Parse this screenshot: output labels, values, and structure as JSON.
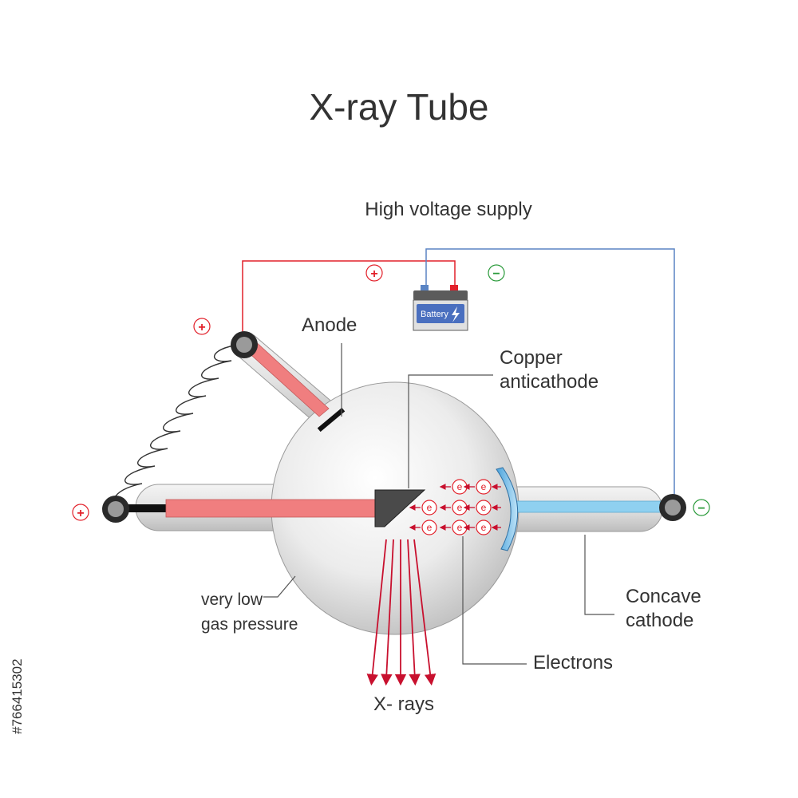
{
  "title": "X-ray Tube",
  "labels": {
    "high_voltage": "High voltage supply",
    "anode": "Anode",
    "copper_line1": "Copper",
    "copper_line2": "anticathode",
    "gas_line1": "very low",
    "gas_line2": "gas pressure",
    "concave_line1": "Concave",
    "concave_line2": "cathode",
    "electrons": "Electrons",
    "xrays": "X- rays",
    "battery": "Battery",
    "electron_symbol": "e",
    "plus": "+",
    "minus": "−"
  },
  "watermark_id": "#766415302",
  "colors": {
    "positive_wire": "#e2202a",
    "negative_wire": "#5a84c4",
    "anode_rod": "#f07e7f",
    "cathode_rod": "#8fd0f0",
    "minus_sign": "#2a9a3a",
    "battery_body": "#4a6fbf"
  }
}
